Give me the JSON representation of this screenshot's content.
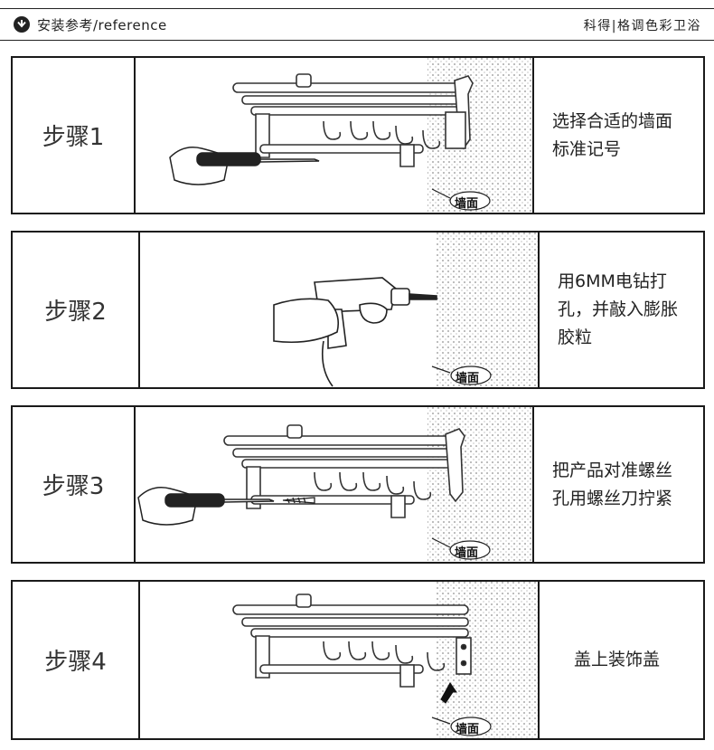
{
  "header": {
    "title": "安装参考/reference",
    "brand": "科得|格调色彩卫浴",
    "icon": "down-arrow-circle-icon"
  },
  "steps": [
    {
      "label": "步骤1",
      "wall_label": "墙面",
      "desc": "选择合适的墙面标准记号",
      "desc_lines": [
        "选择合适的墙面",
        "标准记号"
      ],
      "tool": "screwdriver-icon"
    },
    {
      "label": "步骤2",
      "wall_label": "墙面",
      "desc": "用6MM电钻打孔，并敲入膨胀胶粒",
      "desc_lines": [
        "用6MM电钻打",
        "孔，并敲入膨胀",
        "胶粒"
      ],
      "tool": "drill-icon"
    },
    {
      "label": "步骤3",
      "wall_label": "墙面",
      "desc": "把产品对准螺丝孔用螺丝刀拧紧",
      "desc_lines": [
        "把产品对准螺丝",
        "孔用螺丝刀拧紧"
      ],
      "tool": "screwdriver-icon"
    },
    {
      "label": "步骤4",
      "wall_label": "墙面",
      "desc": "盖上装饰盖",
      "desc_lines": [
        "盖上装饰盖"
      ],
      "tool": "arrow-up-icon"
    }
  ],
  "colors": {
    "border": "#1a1a1a",
    "text": "#222222"
  }
}
